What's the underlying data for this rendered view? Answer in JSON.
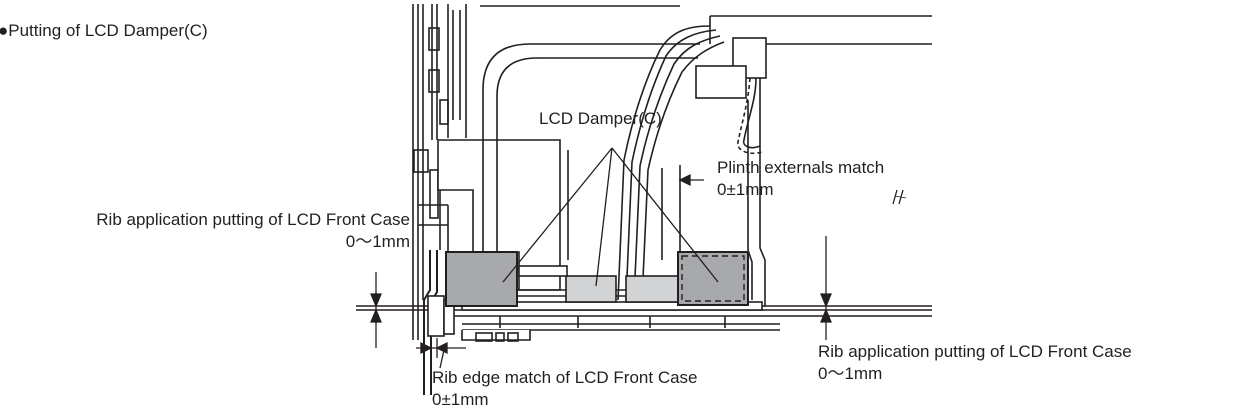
{
  "heading": "●Putting of LCD Damper(C)",
  "labels": {
    "damper": "LCD Damper(C)",
    "plinth_line1": "Plinth externals match",
    "plinth_line2": "0±1mm",
    "rib_left_line1": "Rib application putting of LCD Front Case",
    "rib_left_line2": "0～1mm",
    "rib_right_line1": "Rib application putting of LCD Front Case",
    "rib_right_line2": "0～1mm",
    "rib_edge_line1": "Rib edge match of LCD Front Case",
    "rib_edge_line2": "0±1mm"
  },
  "colors": {
    "line": "#231f20",
    "damper_fill": "#a7a9ac",
    "light_fill": "#d1d3d4"
  }
}
